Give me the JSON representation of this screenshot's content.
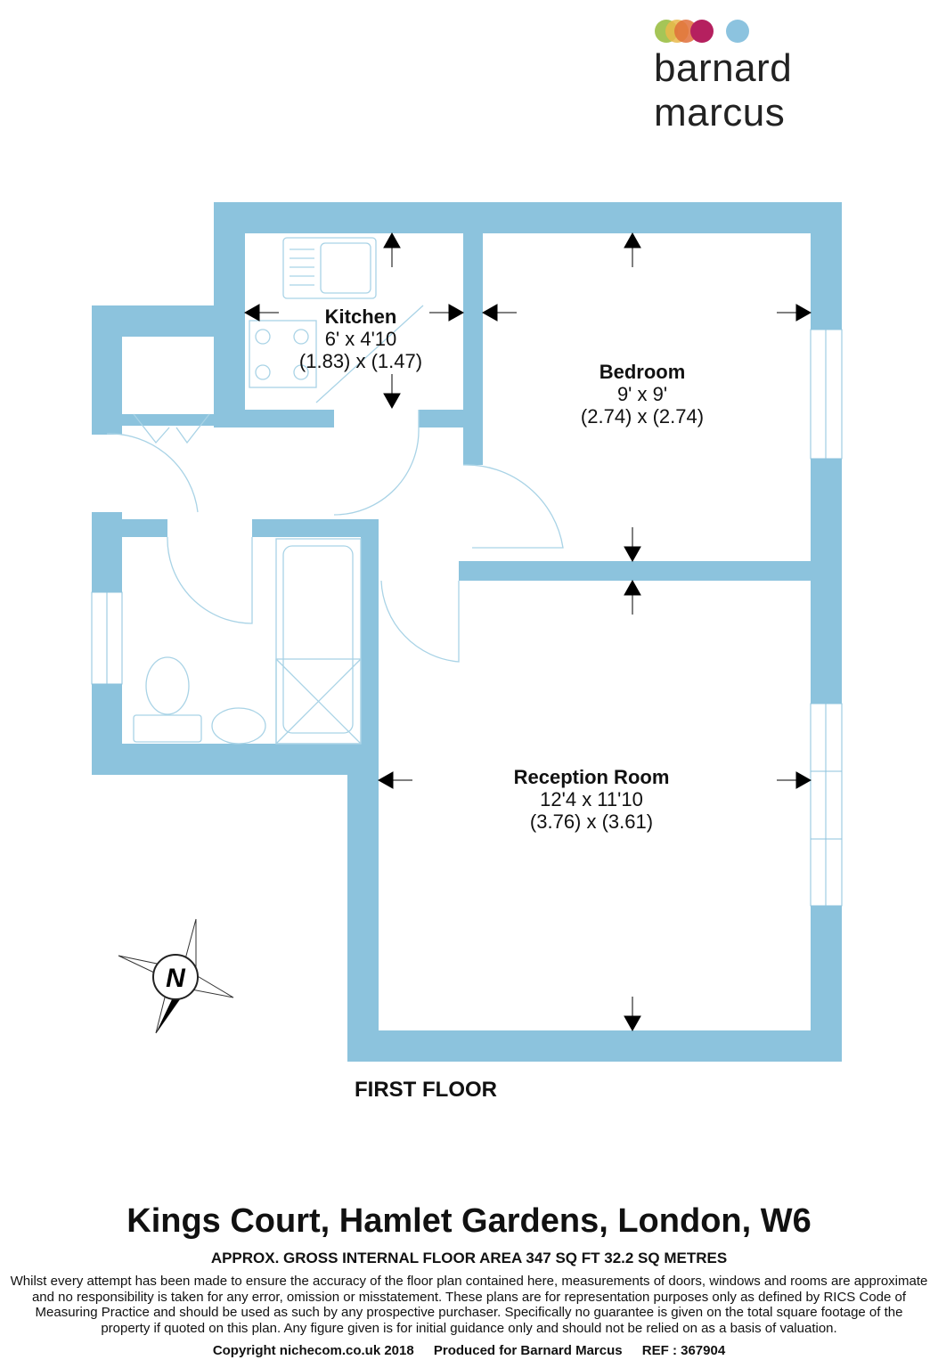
{
  "logo": {
    "text": "barnard marcus",
    "dot_colors": [
      "#9bbf45",
      "#e9b84a",
      "#e0703a",
      "#b5205f",
      "#8cc3df"
    ]
  },
  "colors": {
    "wall": "#8cc3dd",
    "fixture": "#a9d3e6"
  },
  "rooms": [
    {
      "name": "Kitchen",
      "imperial": "6' x 4'10",
      "metric": "(1.83) x (1.47)"
    },
    {
      "name": "Bedroom",
      "imperial": "9' x 9'",
      "metric": "(2.74) x (2.74)"
    },
    {
      "name": "Reception Room",
      "imperial": "12'4 x 11'10",
      "metric": "(3.76) x (3.61)"
    }
  ],
  "compass": {
    "label": "N"
  },
  "floor_label": "FIRST FLOOR",
  "footer": {
    "address": "Kings Court, Hamlet Gardens, London, W6",
    "area": "APPROX. GROSS INTERNAL FLOOR AREA 347 SQ FT 32.2 SQ METRES",
    "disclaimer": "Whilst every attempt has been made to ensure the accuracy of the floor plan contained here, measurements of doors, windows and rooms are approximate and no responsibility is taken for any error, omission or misstatement. These plans are for representation purposes only as defined by RICS Code of Measuring Practice and should be used as such by any prospective purchaser.  Specifically no guarantee is given on the total square footage of the property if quoted on this plan. Any figure given is for initial guidance only and should not be relied on as a basis of valuation.",
    "copyright": "Copyright nichecom.co.uk 2018",
    "produced_for": "Produced for Barnard Marcus",
    "ref": "REF : 367904"
  }
}
